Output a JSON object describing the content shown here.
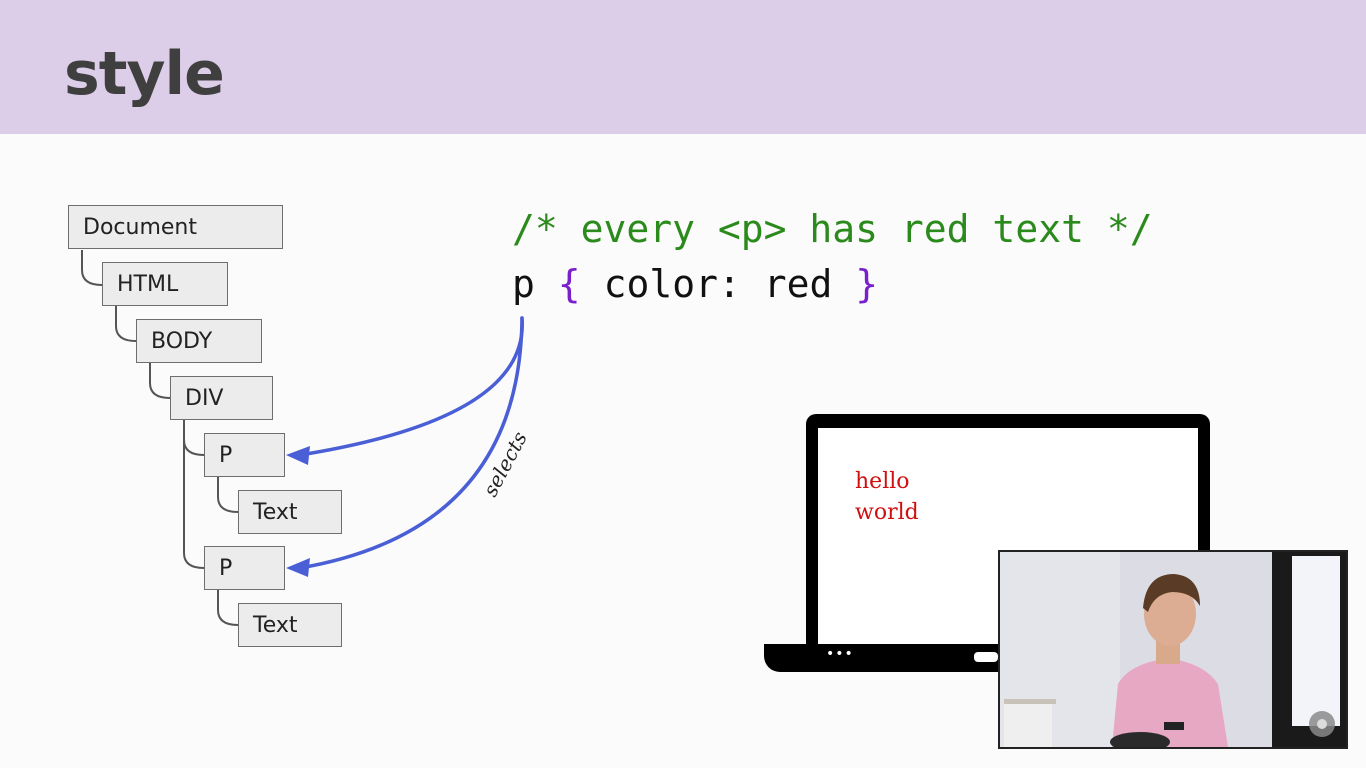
{
  "slide": {
    "title": "style"
  },
  "tree": {
    "nodes": [
      "Document",
      "HTML",
      "BODY",
      "DIV",
      "P",
      "Text",
      "P",
      "Text"
    ]
  },
  "code": {
    "comment": "/* every <p> has red text */",
    "selector": "p",
    "open_brace": "{",
    "declaration": "color: red",
    "close_brace": "}"
  },
  "annotation": {
    "selects": "selects"
  },
  "laptop": {
    "line1": "hello",
    "line2": "world",
    "dots": "•••"
  },
  "colors": {
    "header_bg": "#dccde8",
    "comment": "#2b8a1c",
    "brace": "#7a1fcc",
    "arrow": "#4a5fd6",
    "output_text": "#d01010"
  },
  "video": {
    "icon": "chrome-logo-icon"
  }
}
